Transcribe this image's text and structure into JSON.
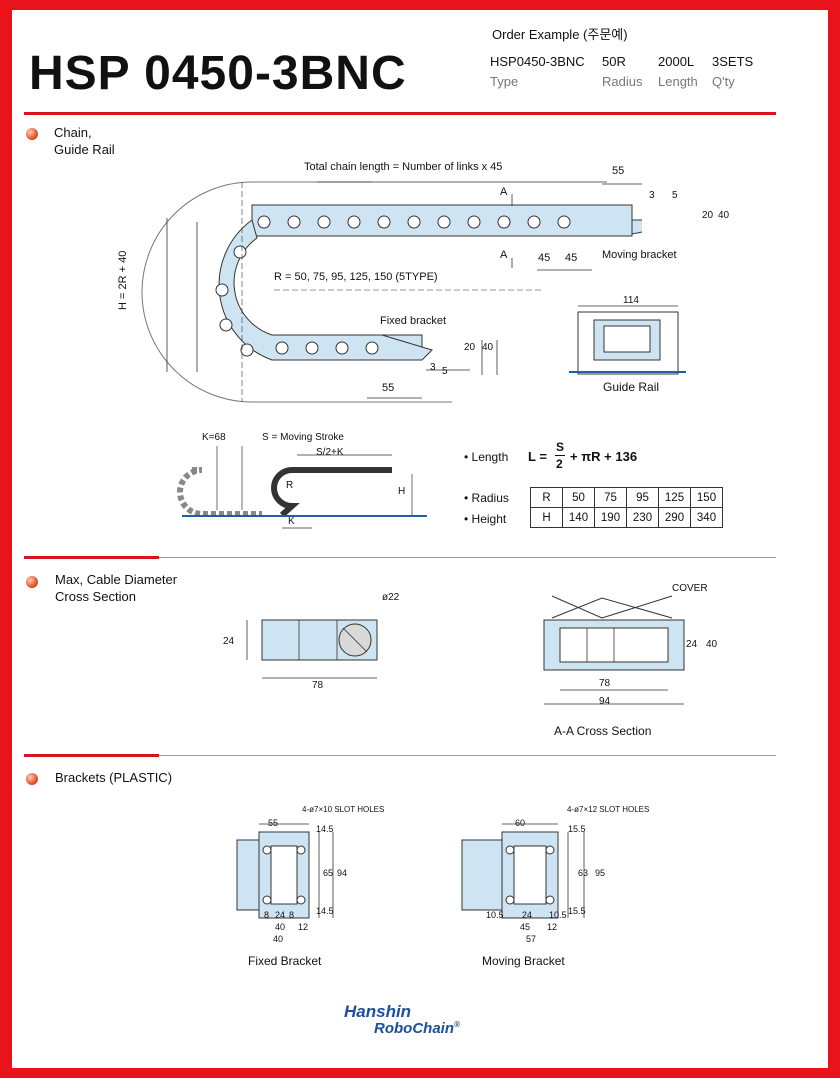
{
  "title": "HSP 0450-3BNC",
  "order": {
    "label": "Order Example (주문예)",
    "values": [
      "HSP0450-3BNC",
      "50R",
      "2000L",
      "3SETS"
    ],
    "captions": [
      "Type",
      "Radius",
      "Length",
      "Q'ty"
    ]
  },
  "sections": {
    "chain": "Chain,\nGuide Rail",
    "cable": "Max, Cable Diameter\nCross Section",
    "brackets": "Brackets (PLASTIC)"
  },
  "chain_diagram": {
    "total_length": "Total chain length = Number of links x 45",
    "radius_note": "R = 50, 75, 95, 125, 150  (5TYPE)",
    "height_label": "H = 2R + 40",
    "fixed_bracket": "Fixed bracket",
    "moving_bracket": "Moving bracket",
    "section_mark": "A",
    "dims": {
      "d55": "55",
      "d45": "45",
      "d3": "3",
      "d5": "5",
      "d20": "20",
      "d40": "40"
    }
  },
  "guide_rail": {
    "width": "114",
    "caption": "Guide Rail"
  },
  "stroke_diagram": {
    "k68": "K=68",
    "stroke": "S = Moving Stroke",
    "half": "S/2+K",
    "r": "R",
    "h": "H",
    "k": "K"
  },
  "formula": {
    "label": "• Length",
    "lhs": "L =",
    "num": "S",
    "den": "2",
    "rest": "+ πR + 136"
  },
  "table": {
    "row_labels": [
      "• Radius",
      "• Height"
    ],
    "rows": [
      [
        "R",
        "50",
        "75",
        "95",
        "125",
        "150"
      ],
      [
        "H",
        "140",
        "190",
        "230",
        "290",
        "340"
      ]
    ]
  },
  "cable_section": {
    "dia": "ø22",
    "h": "24",
    "w": "78"
  },
  "aa_section": {
    "cover": "COVER",
    "h24": "24",
    "h40": "40",
    "w78": "78",
    "w94": "94",
    "caption": "A-A Cross Section"
  },
  "fixed_bracket": {
    "holes": "4-ø7×10 SLOT HOLES",
    "dims": {
      "top": "55",
      "h145a": "14.5",
      "h65": "65",
      "h94": "94",
      "h145b": "14.5",
      "b8a": "8",
      "b24": "24",
      "b8b": "8",
      "b40": "40",
      "b12": "12",
      "b40b": "40"
    },
    "caption": "Fixed Bracket"
  },
  "moving_bracket": {
    "holes": "4-ø7×12 SLOT HOLES",
    "dims": {
      "top": "60",
      "h155a": "15.5",
      "h63": "63",
      "h95": "95",
      "h155b": "15.5",
      "b105a": "10.5",
      "b24": "24",
      "b105b": "10.5",
      "b45": "45",
      "b12": "12",
      "b57": "57"
    },
    "caption": "Moving Bracket"
  },
  "logo": {
    "line1": "Hanshin",
    "line2": "RoboChain",
    "mark": "®"
  }
}
